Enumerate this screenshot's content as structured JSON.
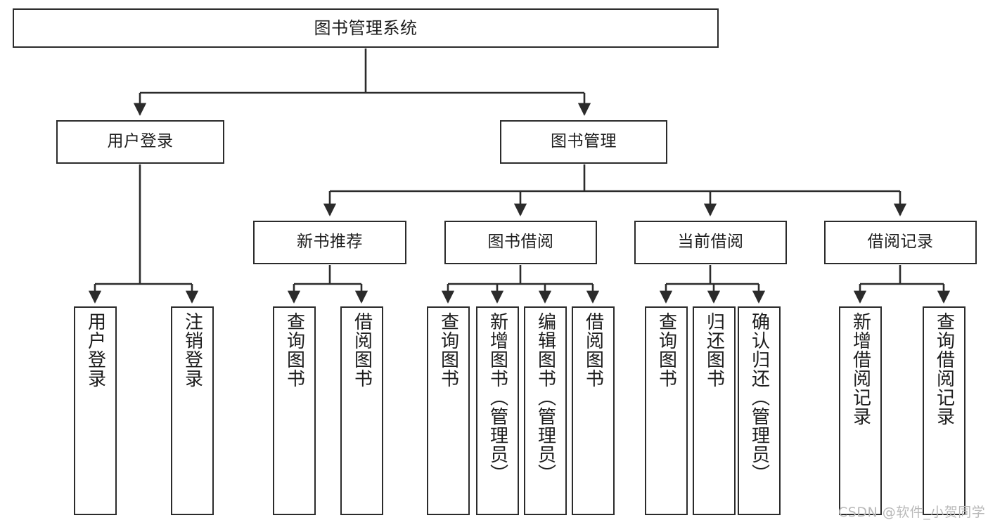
{
  "diagram": {
    "title": "图书管理系统",
    "type": "hierarchy-tree",
    "watermark": "CSDN @软件_小贺同学",
    "colors": {
      "stroke": "#2b2b2b",
      "fill": "#ffffff",
      "text": "#1d1d1d",
      "watermark": "#b9b9b9"
    },
    "nodes": {
      "root": {
        "label": "图书管理系统"
      },
      "level2": [
        {
          "id": "user-login",
          "label": "用户登录"
        },
        {
          "id": "book-manage",
          "label": "图书管理"
        }
      ],
      "level3": [
        {
          "id": "new-book-rec",
          "label": "新书推荐"
        },
        {
          "id": "book-borrow",
          "label": "图书借阅"
        },
        {
          "id": "current-borrow",
          "label": "当前借阅"
        },
        {
          "id": "borrow-record",
          "label": "借阅记录"
        }
      ],
      "leaves": [
        {
          "id": "leaf-user-login",
          "label": "用户登录",
          "parent": "user-login"
        },
        {
          "id": "leaf-logout",
          "label": "注销登录",
          "parent": "user-login"
        },
        {
          "id": "leaf-query-book-1",
          "label": "查询图书",
          "parent": "new-book-rec"
        },
        {
          "id": "leaf-borrow-book-1",
          "label": "借阅图书",
          "parent": "new-book-rec"
        },
        {
          "id": "leaf-query-book-2",
          "label": "查询图书",
          "parent": "book-borrow"
        },
        {
          "id": "leaf-add-book",
          "label": "新增图书（管理员）",
          "parent": "book-borrow"
        },
        {
          "id": "leaf-edit-book",
          "label": "编辑图书（管理员）",
          "parent": "book-borrow"
        },
        {
          "id": "leaf-borrow-book-2",
          "label": "借阅图书",
          "parent": "book-borrow"
        },
        {
          "id": "leaf-query-book-3",
          "label": "查询图书",
          "parent": "current-borrow"
        },
        {
          "id": "leaf-return-book",
          "label": "归还图书",
          "parent": "current-borrow"
        },
        {
          "id": "leaf-confirm-return",
          "label": "确认归还（管理员）",
          "parent": "current-borrow"
        },
        {
          "id": "leaf-add-record",
          "label": "新增借阅记录",
          "parent": "borrow-record"
        },
        {
          "id": "leaf-query-record",
          "label": "查询借阅记录",
          "parent": "borrow-record"
        }
      ]
    }
  }
}
